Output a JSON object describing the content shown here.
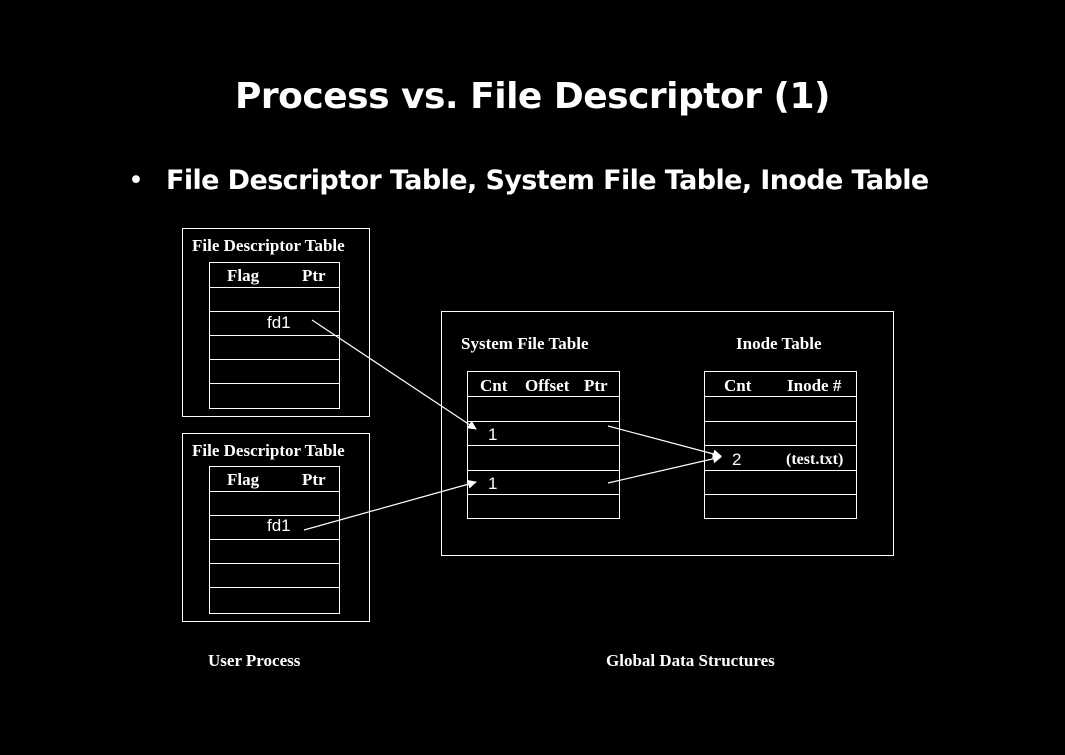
{
  "slide": {
    "title": "Process vs. File Descriptor (1)",
    "bullet": "File Descriptor Table, System File Table, Inode Table"
  },
  "user_process": {
    "label": "User Process",
    "fd_tables": [
      {
        "title": "File Descriptor Table",
        "col_flag": "Flag",
        "col_ptr": "Ptr",
        "entry": "fd1"
      },
      {
        "title": "File Descriptor Table",
        "col_flag": "Flag",
        "col_ptr": "Ptr",
        "entry": "fd1"
      }
    ]
  },
  "global": {
    "label": "Global Data Structures",
    "system_file_table": {
      "title": "System File Table",
      "col_cnt": "Cnt",
      "col_offset": "Offset",
      "col_ptr": "Ptr",
      "entries": [
        "1",
        "1"
      ]
    },
    "inode_table": {
      "title": "Inode Table",
      "col_cnt": "Cnt",
      "col_inode": "Inode #",
      "entry_cnt": "2",
      "entry_name": "(test.txt)"
    }
  },
  "colors": {
    "background": "#000000",
    "foreground": "#ffffff"
  }
}
